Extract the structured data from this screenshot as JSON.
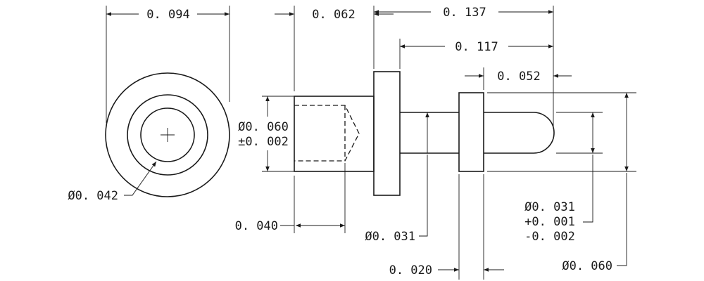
{
  "drawing": {
    "line_color": "#1a1a1a",
    "background": "#ffffff",
    "dimensions": {
      "end_view_width": "0. 094",
      "end_view_bore_dia": "Ø0. 042",
      "head_length": "0. 062",
      "overall_length": "0. 137",
      "collar_to_tip_length": "0. 117",
      "tip_length": "0. 052",
      "body_dia": "Ø0. 060",
      "body_dia_tol": "±0. 002",
      "hole_depth": "0. 040",
      "shank_dia": "Ø0. 031",
      "collar_width": "0. 020",
      "tip_dia": "Ø0. 031",
      "tip_dia_tol_plus": "+0. 001",
      "tip_dia_tol_minus": "-0. 002",
      "collar_dia": "Ø0. 060"
    }
  }
}
